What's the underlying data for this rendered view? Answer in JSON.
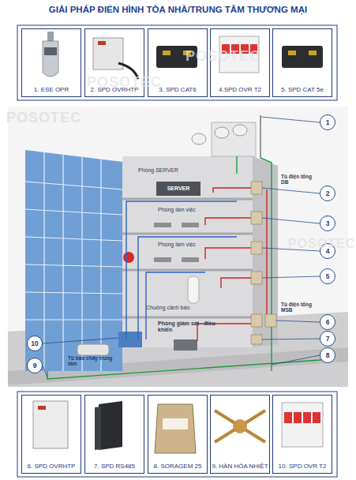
{
  "diagram": {
    "title": "GIẢI PHÁP ĐIỂN HÌNH TÒA NHÀ/TRUNG TÂM THƯƠNG MẠI",
    "nodes": [
      {
        "text": [
          "1. ESE OPR"
        ]
      },
      {
        "text": [
          "2. SPD OVRHTP"
        ]
      },
      {
        "text": [
          "3. SPD CAT6"
        ]
      },
      {
        "text": [
          "4.SPD OVR T2"
        ]
      },
      {
        "text": [
          "5. SPD CAT 5e"
        ]
      },
      {
        "text": [
          "1"
        ]
      },
      {
        "text": [
          "2"
        ]
      },
      {
        "text": [
          "3"
        ]
      },
      {
        "text": [
          "4"
        ]
      },
      {
        "text": [
          "5"
        ]
      },
      {
        "text": [
          "6"
        ]
      },
      {
        "text": [
          "7"
        ]
      },
      {
        "text": [
          "8"
        ]
      },
      {
        "text": [
          "9"
        ]
      },
      {
        "text": [
          "10"
        ]
      },
      {
        "text": [
          "6. SPD OVRHTP"
        ]
      },
      {
        "text": [
          "7. SPD RS485"
        ]
      },
      {
        "text": [
          "8. SORAGEM 25"
        ]
      },
      {
        "text": [
          "9. HÀN HÓA NHIỆT"
        ]
      },
      {
        "text": [
          "10. SPD OVR T2"
        ]
      }
    ],
    "labels": [
      "Phòng SERVER",
      "SERVER",
      "Phòng làm việc",
      "Phòng làm việc",
      "Chuông cảnh báo",
      "Phòng giám sát - điều khiển",
      "Tủ báo cháy trung tâm",
      "Tủ điện tổng DB",
      "Tủ điện tổng MSB",
      "POSOTEC",
      "POSOTEC",
      "POSOTEC",
      "POSOTEC"
    ]
  }
}
